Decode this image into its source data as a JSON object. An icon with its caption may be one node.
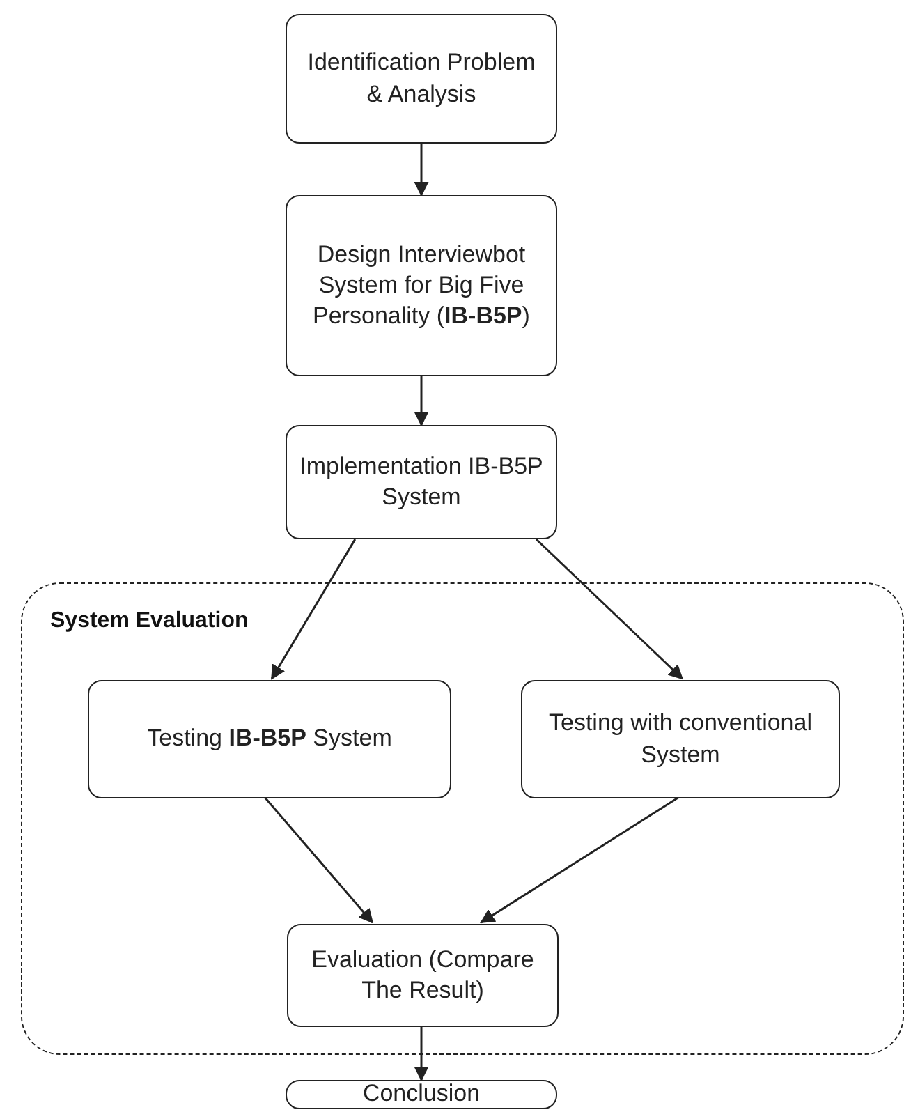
{
  "diagram": {
    "nodes": [
      {
        "text": [
          "Identification Problem & Analysis"
        ]
      },
      {
        "text": [
          "Design Interviewbot System for Big Five Personality (**IB-B5P**)"
        ]
      },
      {
        "text": [
          "Implementation IB-B5P System"
        ]
      },
      {
        "text": [
          "System Evaluation"
        ]
      },
      {
        "text": [
          "Testing **IB-B5P** System"
        ],
        "in": 3
      },
      {
        "text": [
          "Testing with conventional System"
        ],
        "in": 3
      },
      {
        "text": [
          "Evaluation (Compare The Result)"
        ],
        "in": 3
      },
      {
        "text": [
          "Conclusion"
        ]
      }
    ],
    "edges": [
      {
        "from": 0,
        "to": 1,
        "arrow": "to"
      },
      {
        "from": 1,
        "to": 2,
        "arrow": "to"
      },
      {
        "from": 2,
        "to": 4,
        "arrow": "to"
      },
      {
        "from": 2,
        "to": 5,
        "arrow": "to"
      },
      {
        "from": 4,
        "to": 6,
        "arrow": "to"
      },
      {
        "from": 5,
        "to": 6,
        "arrow": "to"
      },
      {
        "from": 6,
        "to": 7,
        "arrow": "to"
      }
    ]
  }
}
